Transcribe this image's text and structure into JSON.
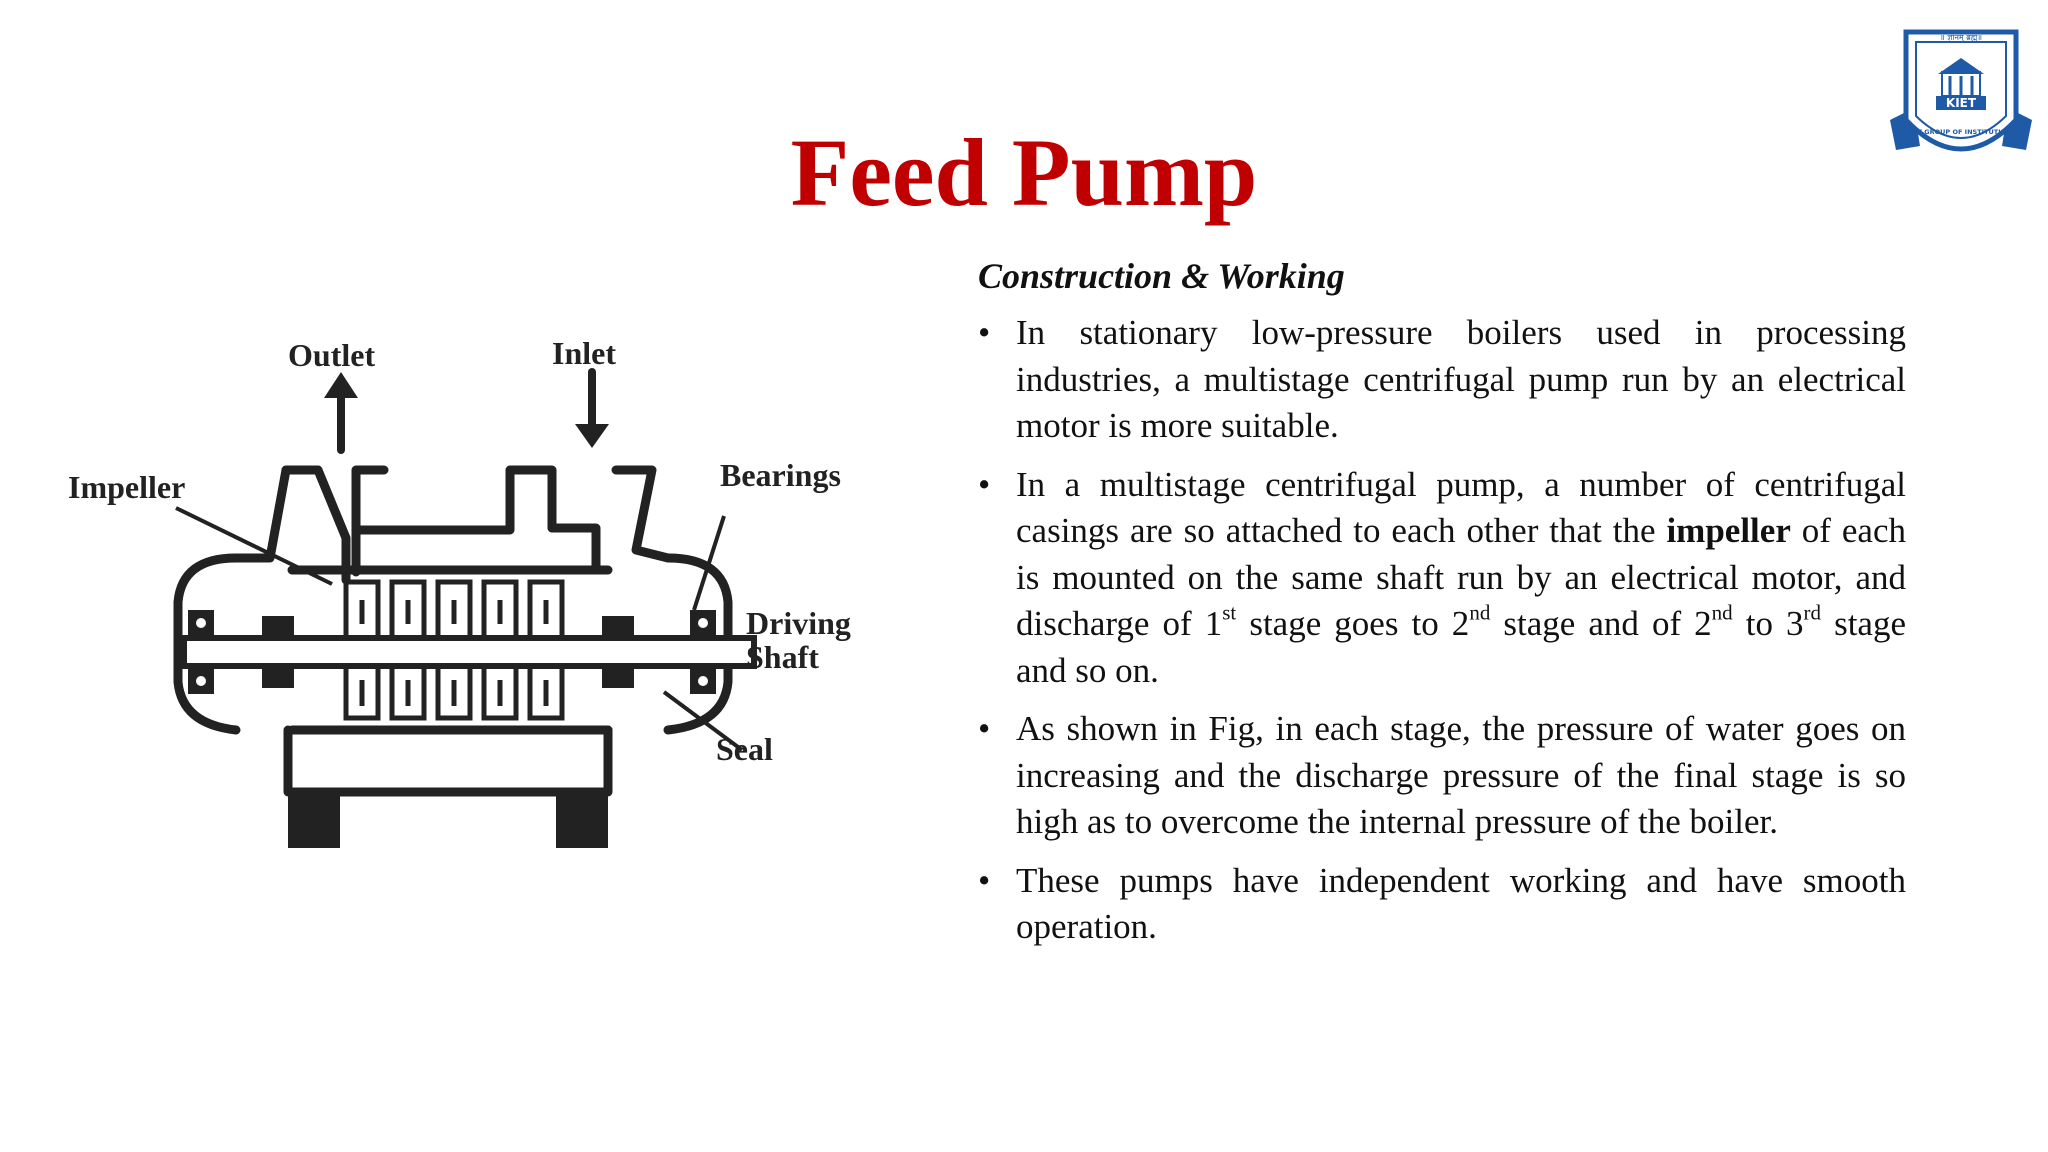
{
  "slide": {
    "title": "Feed Pump",
    "subheading": "Construction & Working",
    "bullet_symbol": "•"
  },
  "logo": {
    "text_top": "॥ ज्ञानम् ब्रह्म॥",
    "text_band": "KIET GROUP OF INSTITUTIONS",
    "text_center": "KIET"
  },
  "diagram": {
    "labels": {
      "outlet": "Outlet",
      "inlet": "Inlet",
      "impeller": "Impeller",
      "bearings": "Bearings",
      "driving": "Driving",
      "shaft": "Shaft",
      "seal": "Seal"
    }
  },
  "bullets": {
    "b1": {
      "text": "In stationary low-pressure boilers used in processing industries, a multistage centrifugal pump run by an electrical motor is more suitable."
    },
    "b2": {
      "part1": "In a multistage centrifugal pump, a number of centrifugal casings are so attached to each other that the ",
      "bold": "impeller",
      "part2": " of each is mounted on the same shaft run by an electrical motor, and discharge of 1",
      "sup1": "st",
      "part3": " stage goes to 2",
      "sup2": "nd",
      "part4": " stage and of 2",
      "sup3": "nd",
      "part5": " to 3",
      "sup4": "rd",
      "part6": " stage and so on."
    },
    "b3": {
      "text": "As shown in Fig, in each stage, the pressure of water goes on increasing and the discharge pressure of the final stage is so high as to overcome the internal pressure of the boiler."
    },
    "b4": {
      "text": "These pumps have independent working and have smooth operation."
    }
  },
  "colors": {
    "title": "#c00000",
    "logo_blue": "#1f5aa6",
    "text": "#111111"
  }
}
